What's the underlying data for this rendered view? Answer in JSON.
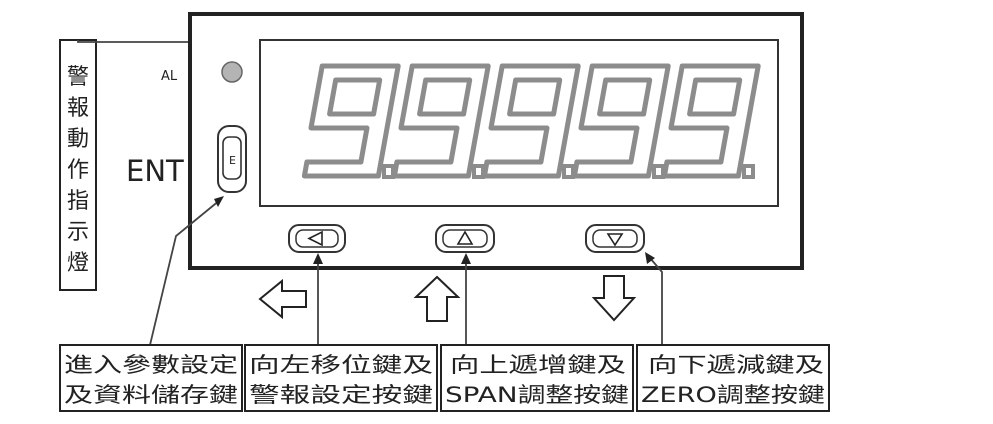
{
  "panel": {
    "al_label": "AL",
    "ent_label": "ENT",
    "enter_key_glyph": "E",
    "display_digits": [
      "9",
      "9",
      "9",
      "9",
      "9"
    ],
    "segment_color": "#8c8c8c",
    "frame_color": "#222222"
  },
  "keys": [
    {
      "name": "left-key",
      "icon": "triangle-left-icon"
    },
    {
      "name": "up-key",
      "icon": "triangle-up-icon"
    },
    {
      "name": "down-key",
      "icon": "triangle-down-icon"
    }
  ],
  "callouts": {
    "alarm_indicator": "警報動作指示燈",
    "enter_key": [
      "進入參數設定",
      "及資料儲存鍵"
    ],
    "left_key": [
      "向左移位鍵及",
      "警報設定按鍵"
    ],
    "up_key": [
      "向上遞增鍵及",
      "SPAN調整按鍵"
    ],
    "down_key": [
      "向下遞減鍵及",
      "ZERO調整按鍵"
    ]
  }
}
